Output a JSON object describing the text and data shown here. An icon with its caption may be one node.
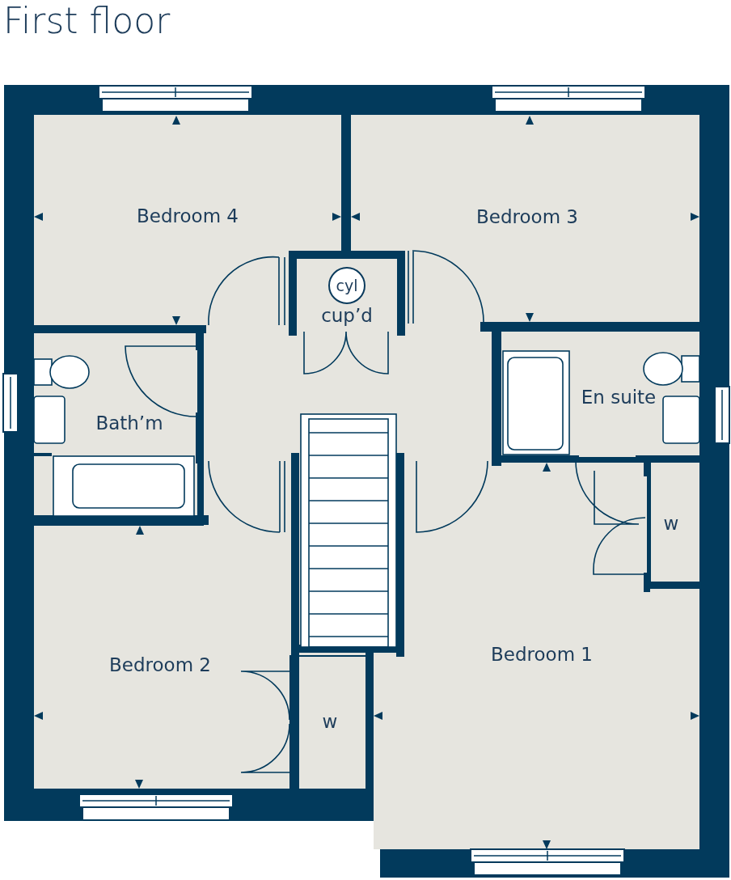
{
  "diagram": {
    "title": "First floor",
    "nodes": [
      {
        "text": [
          "Bedroom 4"
        ]
      },
      {
        "text": [
          "Bedroom 3"
        ]
      },
      {
        "text": [
          "cup’d"
        ]
      },
      {
        "text": [
          "cyl"
        ],
        "in": 2
      },
      {
        "text": [
          "Bath’m"
        ]
      },
      {
        "text": [
          "En suite"
        ]
      },
      {
        "text": [
          "w"
        ]
      },
      {
        "text": [
          "Bedroom 2"
        ]
      },
      {
        "text": [
          "w"
        ]
      },
      {
        "text": [
          "Bedroom 1"
        ]
      }
    ]
  }
}
